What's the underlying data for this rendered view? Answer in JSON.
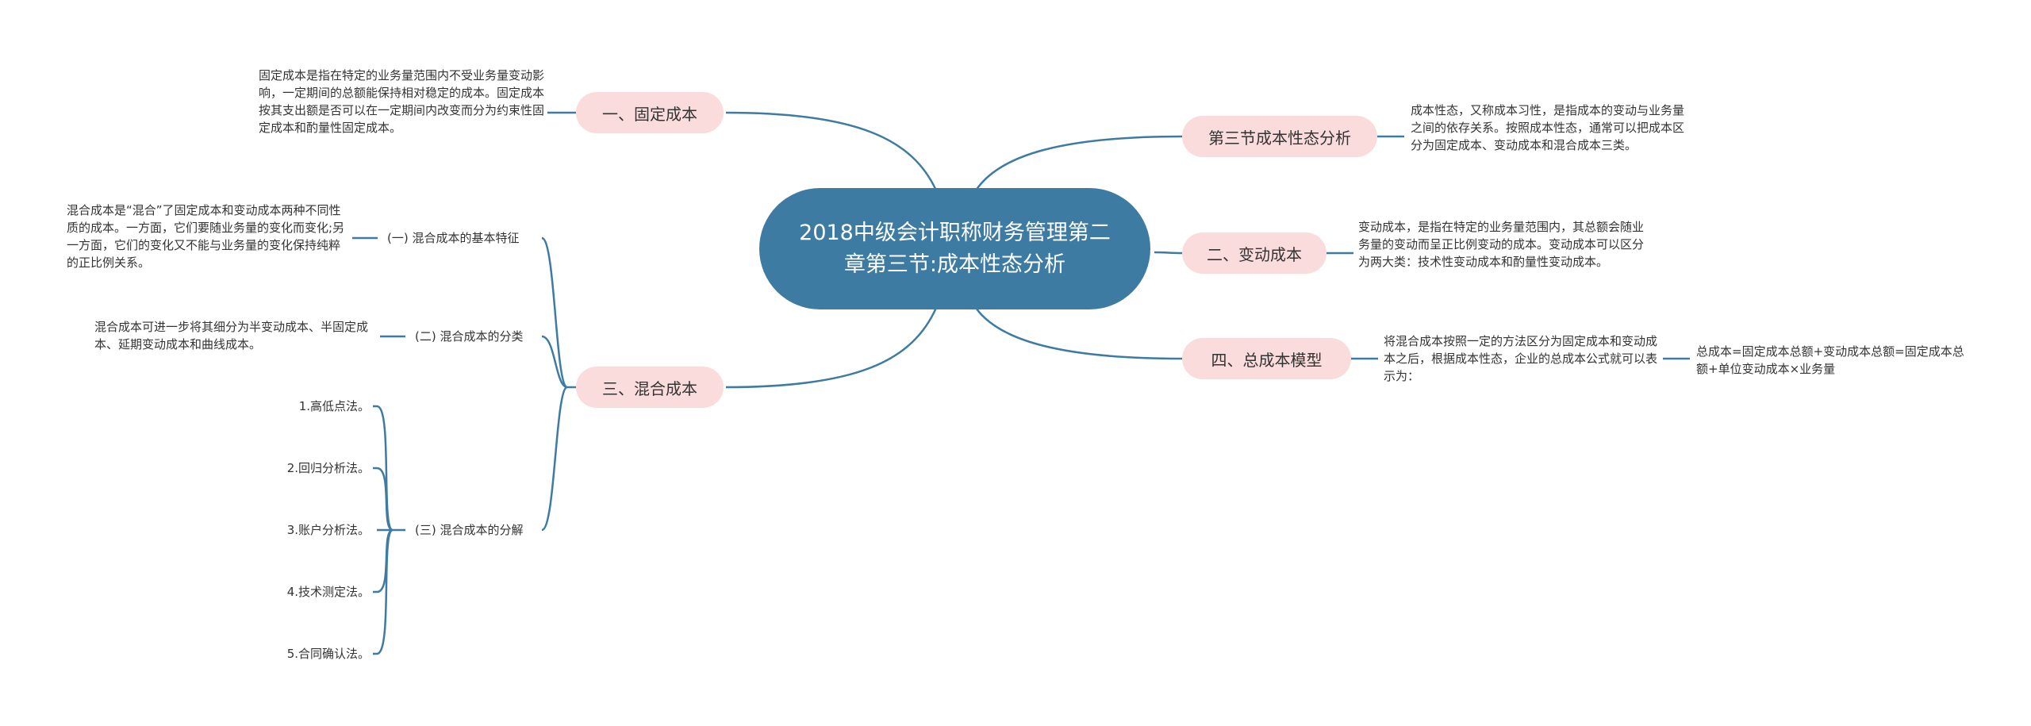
{
  "center": {
    "title": "2018中级会计职称财务管理第二章第三节:成本性态分析"
  },
  "branches": {
    "fixed": {
      "label": "一、固定成本",
      "desc": "固定成本是指在特定的业务量范围内不受业务量变动影响，一定期间的总额能保持相对稳定的成本。固定成本按其支出额是否可以在一定期间内改变而分为约束性固定成本和酌量性固定成本。"
    },
    "mixed": {
      "label": "三、混合成本",
      "subs": [
        {
          "label": "(一) 混合成本的基本特征",
          "desc": "混合成本是“混合”了固定成本和变动成本两种不同性质的成本。一方面，它们要随业务量的变化而变化;另一方面，它们的变化又不能与业务量的变化保持纯粹的正比例关系。"
        },
        {
          "label": "(二) 混合成本的分类",
          "desc": "混合成本可进一步将其细分为半变动成本、半固定成本、延期变动成本和曲线成本。"
        },
        {
          "label": "(三) 混合成本的分解",
          "methods": [
            "1.高低点法。",
            "2.回归分析法。",
            "3.账户分析法。",
            "4.技术测定法。",
            "5.合同确认法。"
          ]
        }
      ]
    },
    "section": {
      "label": "第三节成本性态分析",
      "desc": "成本性态，又称成本习性，是指成本的变动与业务量之间的依存关系。按照成本性态，通常可以把成本区分为固定成本、变动成本和混合成本三类。"
    },
    "variable": {
      "label": "二、变动成本",
      "desc": "变动成本，是指在特定的业务量范围内，其总额会随业务量的变动而呈正比例变动的成本。变动成本可以区分为两大类：技术性变动成本和酌量性变动成本。"
    },
    "total": {
      "label": "四、总成本模型",
      "desc": "将混合成本按照一定的方法区分为固定成本和变动成本之后，根据成本性态，企业的总成本公式就可以表示为：",
      "formula": "总成本=固定成本总额+变动成本总额=固定成本总额+单位变动成本×业务量"
    }
  },
  "colors": {
    "center": "#3e7ba3",
    "branch": "#fadcdc",
    "line": "#3e7ba3",
    "text": "#333333"
  }
}
